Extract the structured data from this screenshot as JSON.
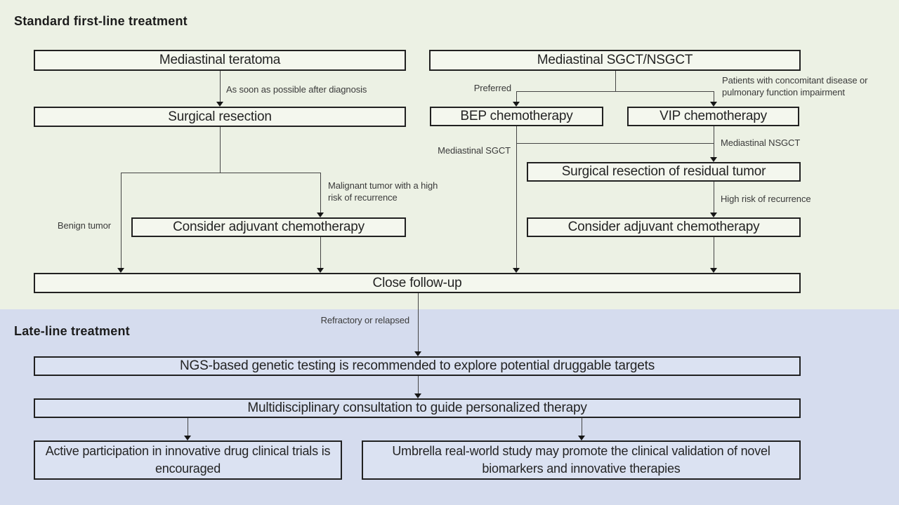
{
  "sections": {
    "first_line": {
      "title": "Standard first-line treatment",
      "bg_color": "#ecf1e4",
      "box_fill": "#f4f7ee"
    },
    "late_line": {
      "title": "Late-line treatment",
      "bg_color": "#d5dcee",
      "box_fill": "#dbe2f2"
    }
  },
  "colors": {
    "box_border": "#212121",
    "connector_line": "#454545",
    "arrowhead": "#161616",
    "box_text": "#242424",
    "label_text": "#3a3a3a"
  },
  "boxes": {
    "mediastinal_teratoma": "Mediastinal teratoma",
    "mediastinal_sgct_nsgct": "Mediastinal SGCT/NSGCT",
    "surgical_resection": "Surgical resection",
    "bep_chemotherapy": "BEP chemotherapy",
    "vip_chemotherapy": "VIP chemotherapy",
    "surgical_resection_residual": "Surgical resection of residual tumor",
    "consider_adjuvant": "Consider adjuvant chemotherapy",
    "close_follow_up": "Close follow-up",
    "ngs_testing": "NGS-based genetic testing is recommended to explore potential druggable targets",
    "mdt_consultation": "Multidisciplinary consultation to guide personalized therapy",
    "clinical_trials": "Active participation in innovative drug clinical trials is encouraged",
    "umbrella_study": "Umbrella real-world study may promote the clinical validation of novel biomarkers and innovative therapies"
  },
  "edge_labels": {
    "asap": "As soon as possible after diagnosis",
    "preferred": "Preferred",
    "concomitant": "Patients with concomitant disease or pulmonary function impairment",
    "mediastinal_sgct": "Mediastinal SGCT",
    "mediastinal_nsgct": "Mediastinal NSGCT",
    "benign": "Benign tumor",
    "malignant": "Malignant tumor with a high risk of recurrence",
    "high_risk": "High risk of recurrence",
    "refractory": "Refractory or relapsed"
  }
}
